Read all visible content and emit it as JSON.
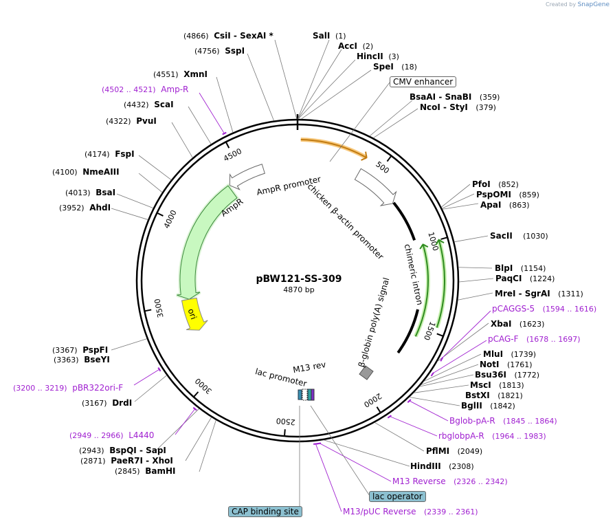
{
  "credit": {
    "prefix": "Created by",
    "brand": "SnapGene"
  },
  "plasmid": {
    "name": "pBW121-SS-309",
    "length_label": "4870 bp",
    "length_bp": 4870
  },
  "ticks": [
    "500",
    "1000",
    "1500",
    "2000",
    "2500",
    "3000",
    "3500",
    "4000",
    "4500"
  ],
  "tick_values": [
    500,
    1000,
    1500,
    2000,
    2500,
    3000,
    3500,
    4000,
    4500
  ],
  "features": [
    {
      "id": "cmv",
      "label": "CMV enhancer",
      "start": 18,
      "end": 397,
      "color": "#f0a030",
      "strand": "+"
    },
    {
      "id": "chick",
      "label": "chicken β-actin promoter",
      "start": 400,
      "end": 675,
      "color": "#ffffff",
      "strand": "+"
    },
    {
      "id": "intron",
      "label": "chimeric intron",
      "start": 676,
      "end": 1688,
      "color": "#000000",
      "strand": ""
    },
    {
      "id": "bglob",
      "label": "β-globin poly(A) signal",
      "start": 1788,
      "end": 1843,
      "color": "#000000",
      "strand": ""
    },
    {
      "id": "lacop",
      "label": "lac operator",
      "start": 2358,
      "end": 2374,
      "color": "#8cc0d0",
      "strand": ""
    },
    {
      "id": "cap",
      "label": "CAP binding site",
      "start": 2425,
      "end": 2446,
      "color": "#8cc0d0",
      "strand": ""
    },
    {
      "id": "lacprom",
      "label": "lac promoter",
      "start": 2390,
      "end": 2420,
      "color": "#ffffff",
      "strand": "-"
    },
    {
      "id": "m13rev",
      "label": "M13 rev",
      "start": 2340,
      "end": 2356,
      "color": "#7d2fc9",
      "strand": "-"
    },
    {
      "id": "ori",
      "label": "ori",
      "start": 2760,
      "end": 3348,
      "color": "#ffff00",
      "strand": "-"
    },
    {
      "id": "ampr",
      "label": "AmpR",
      "start": 3519,
      "end": 4379,
      "color": "#c8f8c0",
      "strand": "-"
    },
    {
      "id": "amprprom",
      "label": "AmpR promoter",
      "start": 4380,
      "end": 4484,
      "color": "#ffffff",
      "strand": "-"
    }
  ],
  "enzymes": {
    "right": [
      {
        "name": "SalI",
        "pos": "(1)",
        "bp": 1
      },
      {
        "name": "AccI",
        "pos": "(2)",
        "bp": 2
      },
      {
        "name": "HincII",
        "pos": "(3)",
        "bp": 3
      },
      {
        "name": "SpeI",
        "pos": "(18)",
        "bp": 18
      },
      {
        "name": "BsaAI  -  SnaBI",
        "pos": "(359)",
        "bp": 359
      },
      {
        "name": "NcoI  -  StyI",
        "pos": "(379)",
        "bp": 379
      },
      {
        "name": "PfoI",
        "pos": "(852)",
        "bp": 852
      },
      {
        "name": "PspOMI",
        "pos": "(859)",
        "bp": 859
      },
      {
        "name": "ApaI",
        "pos": "(863)",
        "bp": 863
      },
      {
        "name": "SacII",
        "pos": "(1030)",
        "bp": 1030
      },
      {
        "name": "BlpI",
        "pos": "(1154)",
        "bp": 1154
      },
      {
        "name": "PaqCI",
        "pos": "(1224)",
        "bp": 1224
      },
      {
        "name": "MreI  -  SgrAI",
        "pos": "(1311)",
        "bp": 1311
      },
      {
        "name": "XbaI",
        "pos": "(1623)",
        "bp": 1623
      },
      {
        "name": "MluI",
        "pos": "(1739)",
        "bp": 1739
      },
      {
        "name": "NotI",
        "pos": "(1761)",
        "bp": 1761
      },
      {
        "name": "Bsu36I",
        "pos": "(1772)",
        "bp": 1772
      },
      {
        "name": "MscI",
        "pos": "(1813)",
        "bp": 1813
      },
      {
        "name": "BstXI",
        "pos": "(1821)",
        "bp": 1821
      },
      {
        "name": "BglII",
        "pos": "(1842)",
        "bp": 1842
      },
      {
        "name": "PflMI",
        "pos": "(2049)",
        "bp": 2049
      },
      {
        "name": "HindIII",
        "pos": "(2308)",
        "bp": 2308
      }
    ],
    "left": [
      {
        "name": "CsiI  -  SexAI *",
        "pos": "(4866)",
        "bp": 4866
      },
      {
        "name": "SspI",
        "pos": "(4756)",
        "bp": 4756
      },
      {
        "name": "XmnI",
        "pos": "(4551)",
        "bp": 4551
      },
      {
        "name": "ScaI",
        "pos": "(4432)",
        "bp": 4432
      },
      {
        "name": "PvuI",
        "pos": "(4322)",
        "bp": 4322
      },
      {
        "name": "FspI",
        "pos": "(4174)",
        "bp": 4174
      },
      {
        "name": "NmeAIII",
        "pos": "(4100)",
        "bp": 4100
      },
      {
        "name": "BsaI",
        "pos": "(4013)",
        "bp": 4013
      },
      {
        "name": "AhdI",
        "pos": "(3952)",
        "bp": 3952
      },
      {
        "name": "PspFI",
        "pos": "(3367)",
        "bp": 3367
      },
      {
        "name": "BseYI",
        "pos": "(3363)",
        "bp": 3363
      },
      {
        "name": "DrdI",
        "pos": "(3167)",
        "bp": 3167
      },
      {
        "name": "BspQI  -  SapI",
        "pos": "(2943)",
        "bp": 2943
      },
      {
        "name": "PaeR7I  -  XhoI",
        "pos": "(2871)",
        "bp": 2871
      },
      {
        "name": "BamHI",
        "pos": "(2845)",
        "bp": 2845
      }
    ]
  },
  "primers": [
    {
      "name": "pCAGGS-5",
      "pos": "(1594 .. 1616)",
      "bp": 1605
    },
    {
      "name": "pCAG-F",
      "pos": "(1678 .. 1697)",
      "bp": 1688
    },
    {
      "name": "Bglob-pA-R",
      "pos": "(1845 .. 1864)",
      "bp": 1855
    },
    {
      "name": "rbglobpA-R",
      "pos": "(1964 .. 1983)",
      "bp": 1974
    },
    {
      "name": "M13 Reverse",
      "pos": "(2326 .. 2342)",
      "bp": 2334
    },
    {
      "name": "M13/pUC Reverse",
      "pos": "(2339 .. 2361)",
      "bp": 2350
    },
    {
      "name": "Amp-R",
      "pos": "(4502 .. 4521)",
      "bp": 4512
    },
    {
      "name": "pBR322ori-F",
      "pos": "(3200 .. 3219)",
      "bp": 3210
    },
    {
      "name": "L4440",
      "pos": "(2949 .. 2966)",
      "bp": 2958
    }
  ],
  "colors": {
    "primer": "#a020d0",
    "ring": "#000000",
    "callout_box": "#8cc0d0",
    "green_outline": "#2e8b1f"
  }
}
